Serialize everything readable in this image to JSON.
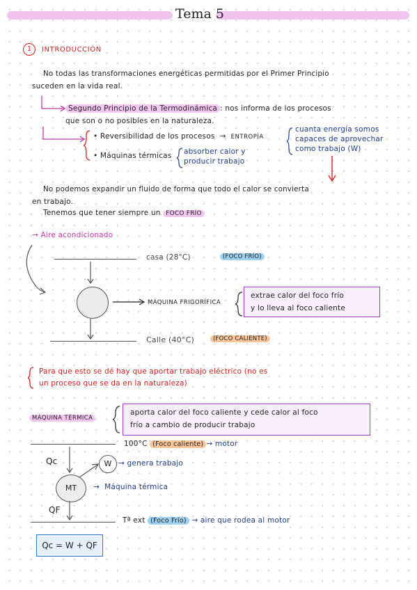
{
  "header": {
    "title": "Tema 5"
  },
  "section": {
    "number": "1",
    "title": "INTRODUCCIÓN"
  },
  "intro": {
    "line1": "No todas las transformaciones energéticas permitidas por el Primer Principio",
    "line2": "suceden en la vida real."
  },
  "second_principle": {
    "label": "Segundo Principio de la Termodinámica",
    "line1_rest": ": nos informa de los procesos",
    "line2": "que son o no posibles en la naturaleza."
  },
  "bullets": {
    "b1": "• Reversibilidad de los procesos",
    "entropy": "ENTROPÍA",
    "b2": "• Máquinas térmicas",
    "absorb1": "absorber calor y",
    "absorb2": "producir trabajo"
  },
  "entropy_note": {
    "l1": "cuanta energía somos",
    "l2": "capaces de aprovechar",
    "l3": "como trabajo (W)"
  },
  "expand": {
    "l1": "No podemos expandir un fluido de forma que todo el calor se convierta",
    "l2": "en trabajo.",
    "l3": "Tenemos que tener siempre un",
    "foco": "FOCO FRÍO"
  },
  "aire": {
    "title": "Aire acondicionado",
    "casa": "casa (28°C)",
    "casa_tag": "(FOCO FRÍO)",
    "machine": "MÁQUINA FRIGORÍFICA",
    "box_l1": "extrae calor del foco frío",
    "box_l2": "y lo lleva al foco caliente",
    "calle": "Calle (40°C)",
    "calle_tag": "(FOCO CALIENTE)"
  },
  "note": {
    "l1": "Para que esto se dé hay que aportar trabajo eléctrico (no es",
    "l2": "un proceso que se da en la naturaleza)"
  },
  "thermal": {
    "label": "MÁQUINA TÉRMICA",
    "box_l1": "aporta calor del foco caliente y cede calor al foco",
    "box_l2": "frío a cambio de producir trabajo",
    "hot_temp": "100°C",
    "hot_tag": "(Foco caliente)",
    "hot_arrow": "motor",
    "qc": "Qc",
    "w": "W",
    "w_label": "genera trabajo",
    "mt": "MT",
    "mt_label": "Máquina térmica",
    "qf": "QF",
    "cold_temp": "Tª ext",
    "cold_tag": "(Foco Frío)",
    "cold_arrow": "aire que rodea al motor",
    "formula": "Qc = W + QF"
  }
}
